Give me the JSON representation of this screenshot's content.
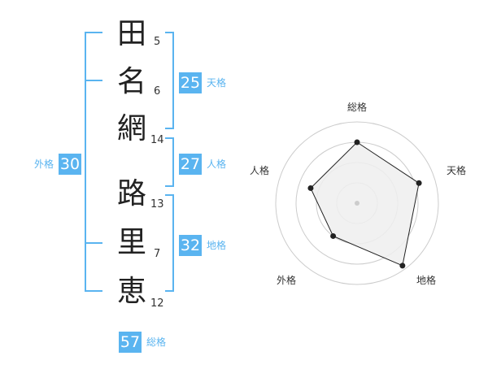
{
  "name": {
    "chars": [
      {
        "char": "田",
        "strokes": "5"
      },
      {
        "char": "名",
        "strokes": "6"
      },
      {
        "char": "網",
        "strokes": "14"
      },
      {
        "char": "路",
        "strokes": "13"
      },
      {
        "char": "里",
        "strokes": "7"
      },
      {
        "char": "恵",
        "strokes": "12"
      }
    ]
  },
  "fortunes": {
    "tenkaku": {
      "value": "25",
      "label": "天格"
    },
    "jinkaku": {
      "value": "27",
      "label": "人格"
    },
    "chikaku": {
      "value": "32",
      "label": "地格"
    },
    "gaikaku": {
      "value": "30",
      "label": "外格"
    },
    "soukaku": {
      "value": "57",
      "label": "総格"
    }
  },
  "radar": {
    "labels": {
      "soukaku": "総格",
      "tenkaku": "天格",
      "chikaku": "地格",
      "gaikaku": "外格",
      "jinkaku": "人格"
    },
    "colors": {
      "fill": "#eeeeee",
      "stroke": "#222222",
      "grid": "#cccccc",
      "accent": "#5ab4f0"
    }
  },
  "chart_data": {
    "type": "radar",
    "axes": [
      "総格",
      "天格",
      "地格",
      "外格",
      "人格"
    ],
    "values": [
      0.75,
      0.8,
      0.95,
      0.5,
      0.6
    ],
    "rings": 4
  }
}
